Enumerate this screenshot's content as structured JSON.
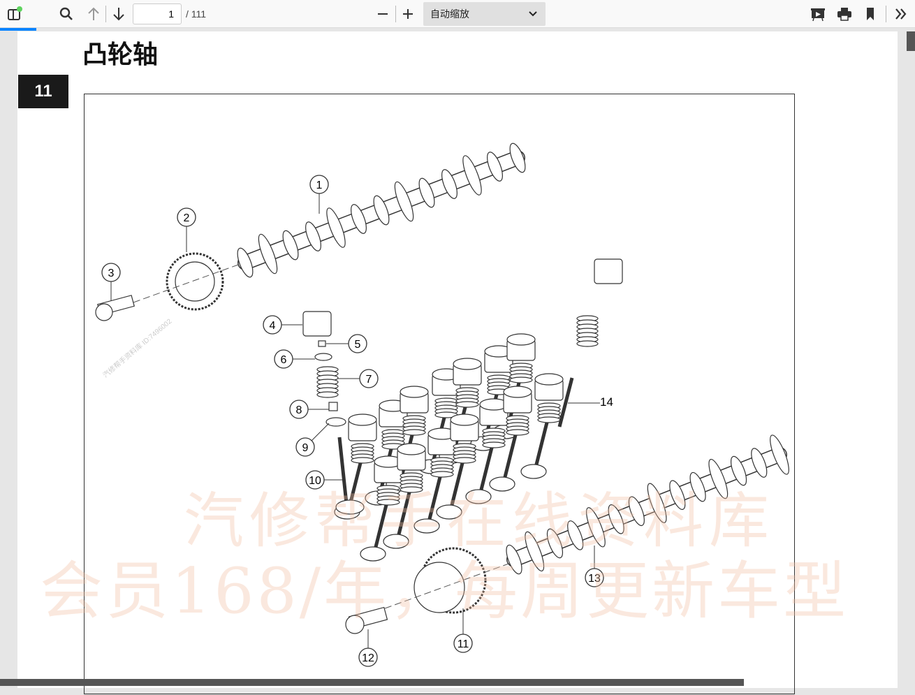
{
  "toolbar": {
    "page_number": "1",
    "page_count": "/ 111",
    "zoom_value": "自动缩放",
    "icons": [
      "sidebar-toggle-icon",
      "search-icon",
      "arrow-up-icon",
      "arrow-down-icon",
      "zoom-out-icon",
      "zoom-in-icon",
      "chevron-down-icon",
      "presentation-icon",
      "print-icon",
      "bookmark-icon",
      "double-chevron-right-icon"
    ],
    "accent_color": "#0a84ff"
  },
  "document": {
    "title": "凸轮轴",
    "chapter": "11",
    "callouts": [
      "1",
      "2",
      "3",
      "4",
      "5",
      "6",
      "7",
      "8",
      "9",
      "10",
      "11",
      "12",
      "13"
    ],
    "label_14": "14",
    "watermark_line1": "汽修帮手在线资料库",
    "watermark_line2": "会员168/年，每周更新车型",
    "small_watermark": "汽修帮手资料库 ID:7496002"
  }
}
